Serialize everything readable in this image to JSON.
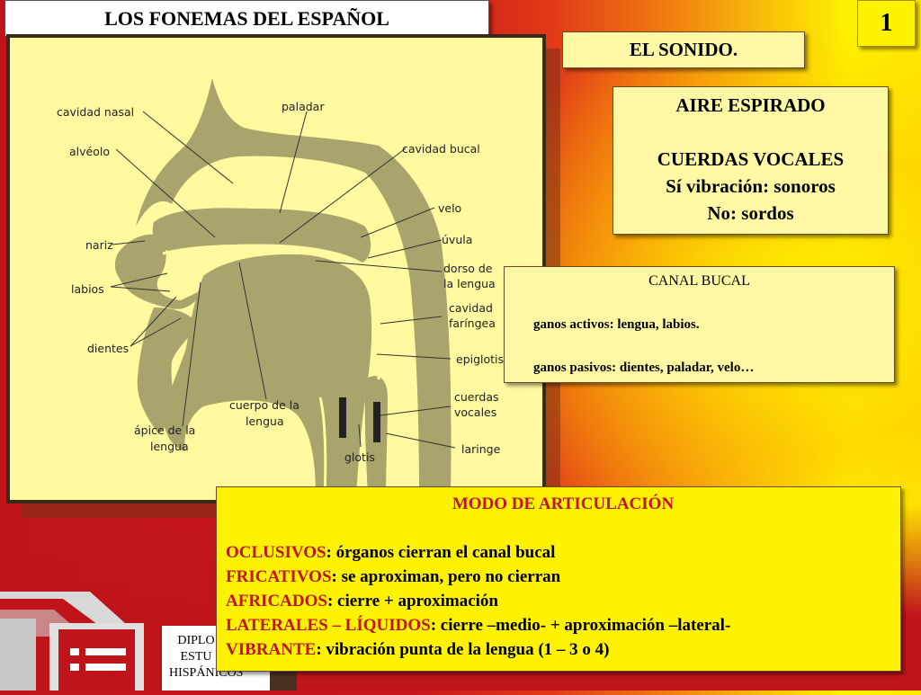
{
  "header": {
    "title": "LOS FONEMAS DEL ESPAÑOL",
    "slide_number": "1"
  },
  "sonido": {
    "title": "EL SONIDO."
  },
  "aire": {
    "line1": "AIRE ESPIRADO",
    "line2": "CUERDAS VOCALES",
    "line3": "Sí vibración: sonoros",
    "line4": "No: sordos"
  },
  "canal": {
    "title": "CANAL BUCAL",
    "activos": "ganos activos: lengua, labios.",
    "pasivos": "ganos pasivos: dientes, paladar, velo…"
  },
  "diagram": {
    "labels": {
      "cavidad_nasal": "cavidad nasal",
      "alveolo": "alvéolo",
      "nariz": "nariz",
      "labios": "labios",
      "dientes": "dientes",
      "apice1": "ápice de la",
      "apice2": "lengua",
      "cuerpo1": "cuerpo de la",
      "cuerpo2": "lengua",
      "paladar": "paladar",
      "cavidad_bucal": "cavidad bucal",
      "velo": "velo",
      "uvula": "úvula",
      "dorso1": "dorso de",
      "dorso2": "la lengua",
      "faringea1": "cavidad",
      "faringea2": "faríngea",
      "epiglotis": "epiglotis",
      "cuerdas1": "cuerdas",
      "cuerdas2": "vocales",
      "laringe": "laringe",
      "glotis": "glotis"
    }
  },
  "modo": {
    "title": "MODO DE ARTICULACIÓN",
    "items": [
      {
        "term": "OCLUSIVOS",
        "desc": ": órganos cierran el canal bucal"
      },
      {
        "term": "FRICATIVOS",
        "desc": ": se aproximan, pero no cierran"
      },
      {
        "term": "AFRICADOS",
        "desc": ": cierre + aproximación"
      },
      {
        "term": "LATERALES – LÍQUIDOS",
        "desc": ":  cierre –medio- + aproximación –lateral-"
      },
      {
        "term": "VIBRANTE",
        "desc": ": vibración punta de la lengua (1 – 3 o 4)"
      }
    ]
  },
  "logo": {
    "line1": "DIPLO",
    "line2": "ESTU",
    "line3": "HISPÁNICOS"
  },
  "colors": {
    "accent_red": "#c0141b",
    "yellow": "#fff200",
    "tissue": "#a8a46c"
  }
}
